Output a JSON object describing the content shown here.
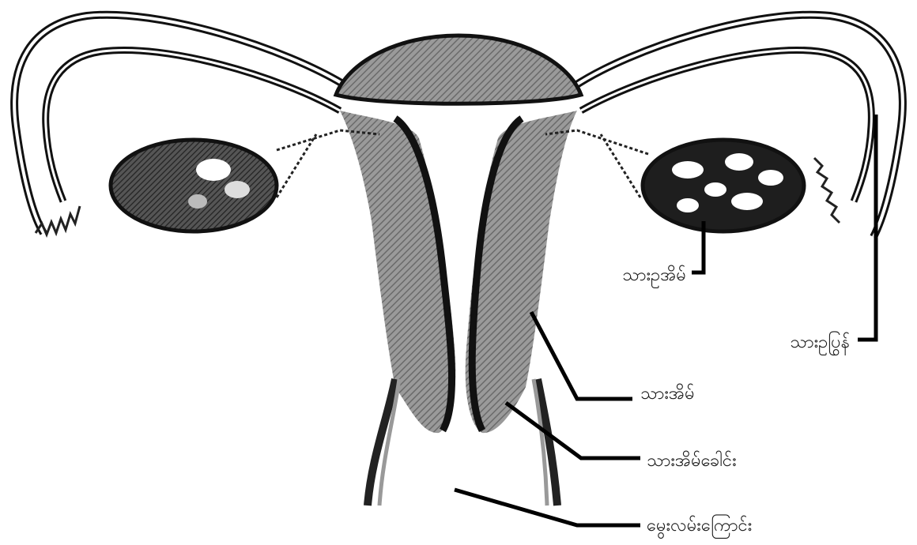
{
  "labels": {
    "ovary": "သားဥအိမ်",
    "fallopian_tube": "သားဥပြွန်",
    "uterus": "သားအိမ်",
    "cervix": "သားအိမ်ခေါင်း",
    "vagina": "မွေးလမ်းကြောင်း"
  },
  "colors": {
    "tissue": "#8a8a8a",
    "tissue_dark": "#6f6f6f",
    "ovary": "#2a2a2a",
    "outline": "#111111",
    "leader": "#000000"
  }
}
